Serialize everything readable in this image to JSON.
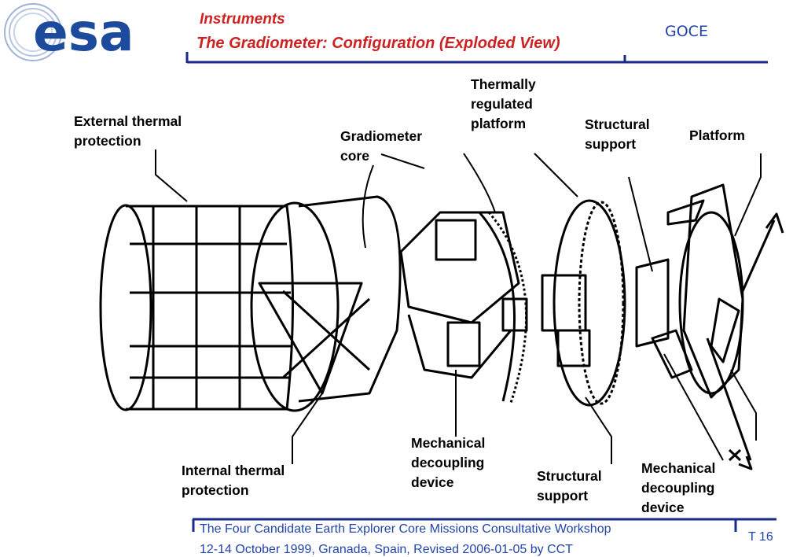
{
  "header": {
    "logo_text": "esa",
    "section": "Instruments",
    "title": "The Gradiometer: Configuration (Exploded View)",
    "mission": "GOCE"
  },
  "labels": {
    "external_thermal_protection": "External thermal\nprotection",
    "gradiometer_core": "Gradiometer\ncore",
    "thermally_regulated_platform": "Thermally\nregulated\nplatform",
    "structural_support_top": "Structural\nsupport",
    "platform": "Platform",
    "internal_thermal_protection": "Internal thermal\nprotection",
    "mechanical_decoupling_device_center": "Mechanical\ndecoupling\ndevice",
    "structural_support_bottom": "Structural\nsupport",
    "mechanical_decoupling_device_right": "Mechanical\ndecoupling\ndevice"
  },
  "footer": {
    "line1": "The Four Candidate Earth Explorer Core Missions Consultative Workshop",
    "line2": "12-14 October 1999, Granada, Spain, Revised 2006-01-05 by CCT",
    "page": "T 16"
  },
  "colors": {
    "title_red": "#cc2222",
    "accent_blue": "#2244aa",
    "logo_blue": "#1c4a9c"
  }
}
